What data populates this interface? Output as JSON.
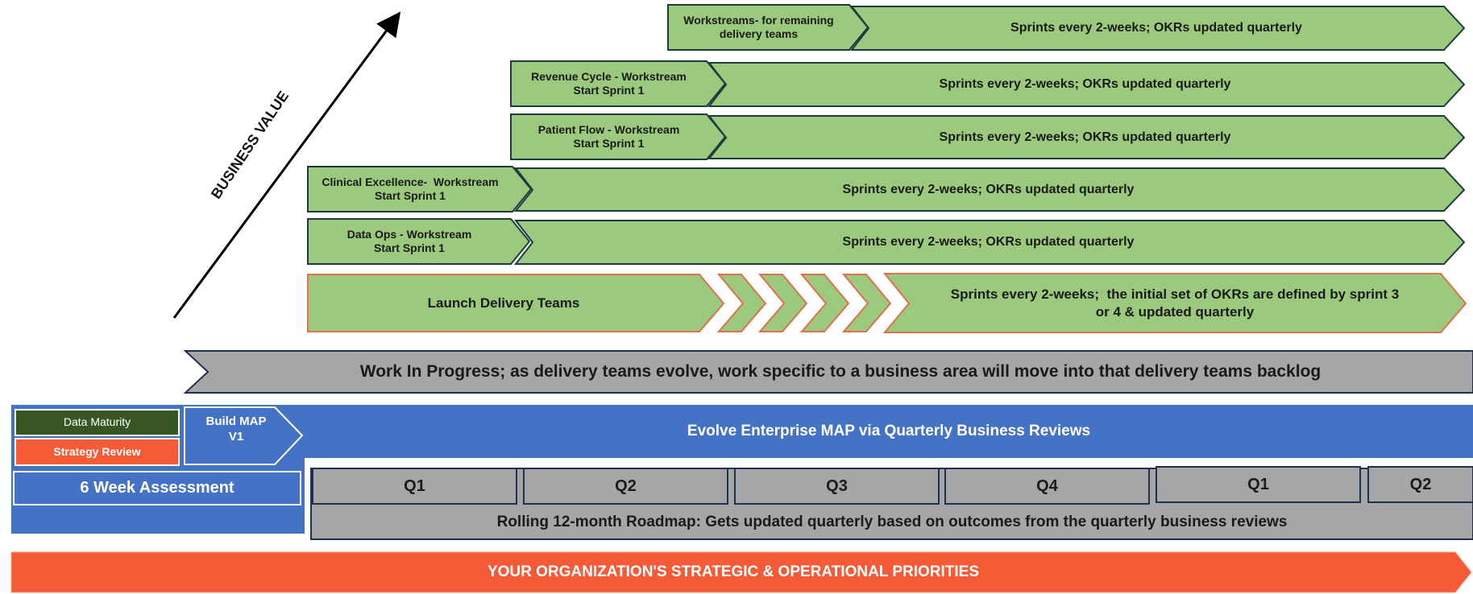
{
  "axis": {
    "label": "BUSINESS VALUE"
  },
  "workstreams": [
    {
      "label_line1": "Workstreams- for remaining",
      "label_line2": "delivery teams",
      "cadence": "Sprints every 2-weeks; OKRs updated quarterly"
    },
    {
      "label_line1": "Revenue Cycle - Workstream",
      "label_line2": "Start Sprint 1",
      "cadence": "Sprints every 2-weeks; OKRs updated quarterly"
    },
    {
      "label_line1": "Patient Flow - Workstream",
      "label_line2": "Start Sprint 1",
      "cadence": "Sprints every 2-weeks; OKRs updated quarterly"
    },
    {
      "label_line1": "Clinical Excellence-  Workstream",
      "label_line2": "Start Sprint 1",
      "cadence": "Sprints every 2-weeks; OKRs updated quarterly"
    },
    {
      "label_line1": "Data Ops - Workstream",
      "label_line2": "Start Sprint 1",
      "cadence": "Sprints every 2-weeks; OKRs updated quarterly"
    }
  ],
  "launch": {
    "label": "Launch Delivery Teams",
    "cadence_line1": "Sprints every 2-weeks;  the initial set of OKRs are defined by sprint 3",
    "cadence_line2": "or 4 & updated quarterly"
  },
  "wip": {
    "label": "Work In Progress; as delivery teams evolve, work specific to a business area will move into that delivery teams backlog"
  },
  "assessment": {
    "data_maturity": "Data Maturity",
    "strategy_review": "Strategy Review",
    "six_week": "6 Week Assessment",
    "build_map_line1": "Build MAP",
    "build_map_line2": "V1"
  },
  "map_band": {
    "label": "Evolve Enterprise MAP via Quarterly Business Reviews"
  },
  "roadmap": {
    "quarters": [
      "Q1",
      "Q2",
      "Q3",
      "Q4",
      "Q1",
      "Q2"
    ],
    "label": "Rolling 12-month Roadmap: Gets updated quarterly based on outcomes from the quarterly business reviews"
  },
  "priorities": {
    "label": "YOUR ORGANIZATION'S STRATEGIC & OPERATIONAL PRIORITIES"
  },
  "colors": {
    "green": "#9BC97D",
    "green_border": "#1F3A3D",
    "orange": "#F55B36",
    "orange_border": "#E0704A",
    "blue": "#4472C4",
    "grey": "#A6A6A6",
    "navy": "#1F3050",
    "dark_green": "#375623"
  }
}
